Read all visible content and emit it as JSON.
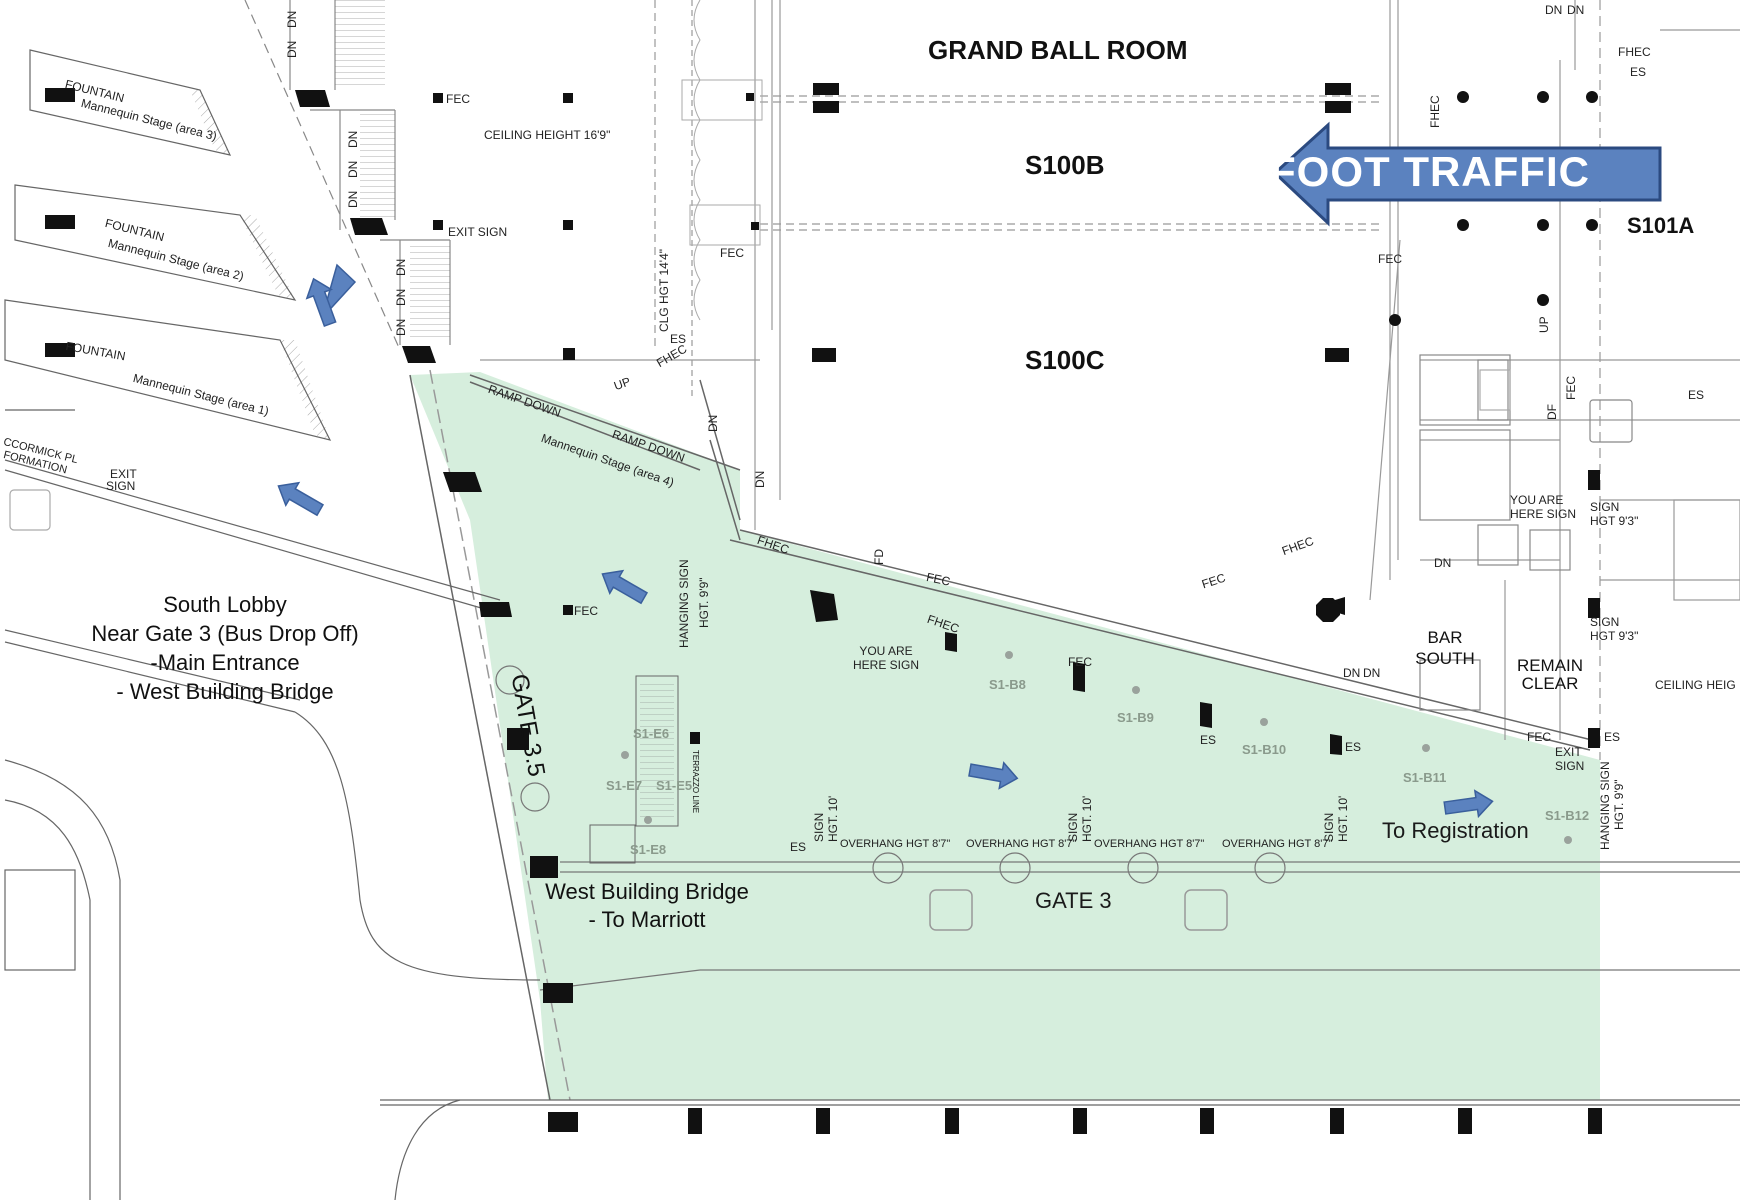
{
  "rooms": {
    "grand_ballroom": "GRAND BALL ROOM",
    "s100b": "S100B",
    "s100c": "S100C",
    "s101a": "S101A"
  },
  "banner": {
    "foot_traffic": "FOOT TRAFFIC",
    "color": "#5b82bf"
  },
  "area": {
    "highlight_color": "#d6eedd",
    "south_lobby": [
      "South Lobby",
      "Near Gate 3 (Bus Drop Off)",
      "-Main Entrance",
      "- West Building Bridge"
    ],
    "gate_3_5": "GATE 3.5",
    "gate_3": "GATE 3",
    "west_bridge": [
      "West Building Bridge",
      "- To Marriott"
    ],
    "to_registration": "To Registration"
  },
  "stages": {
    "area1": "Mannequin Stage (area 1)",
    "area2": "Mannequin Stage (area 2)",
    "area3": "Mannequin Stage (area 3)",
    "area4": "Mannequin Stage (area 4)",
    "fountain": "FOUNTAIN"
  },
  "ramps": {
    "ramp_down": "RAMP DOWN"
  },
  "booths": [
    "S1-E6",
    "S1-E7",
    "S1-E5",
    "S1-E8",
    "S1-B8",
    "S1-B9",
    "S1-B10",
    "S1-B11",
    "S1-B12"
  ],
  "notes": {
    "ceiling_height": "CEILING HEIGHT 16'9\"",
    "ceiling_heig": "CEILING HEIG",
    "clg_hgt": "CLG HGT 14'4\"",
    "exit_sign": "EXIT SIGN",
    "exit_sign_upper": "EXIT",
    "sign_upper": "SIGN",
    "fec": "FEC",
    "fhec": "FHEC",
    "es": "ES",
    "fd": "FD",
    "df": "DF",
    "dn": "DN",
    "up": "UP",
    "you_are_here": [
      "YOU ARE",
      "HERE SIGN"
    ],
    "hanging_sign": "HANGING SIGN",
    "hgt_99": "HGT. 9'9\"",
    "sign_hgt_93_a": [
      "SIGN",
      "HGT 9'3\""
    ],
    "sign_hgt_10": [
      "SIGN",
      "HGT. 10'"
    ],
    "overhang": "OVERHANG HGT 8'7\"",
    "bar_south": [
      "BAR",
      "SOUTH"
    ],
    "remain_clear": [
      "REMAIN",
      "CLEAR"
    ],
    "mccormick": [
      "CCORMICK PL",
      "FORMATION"
    ],
    "terrazzo": "TERRAZZO LINE"
  }
}
